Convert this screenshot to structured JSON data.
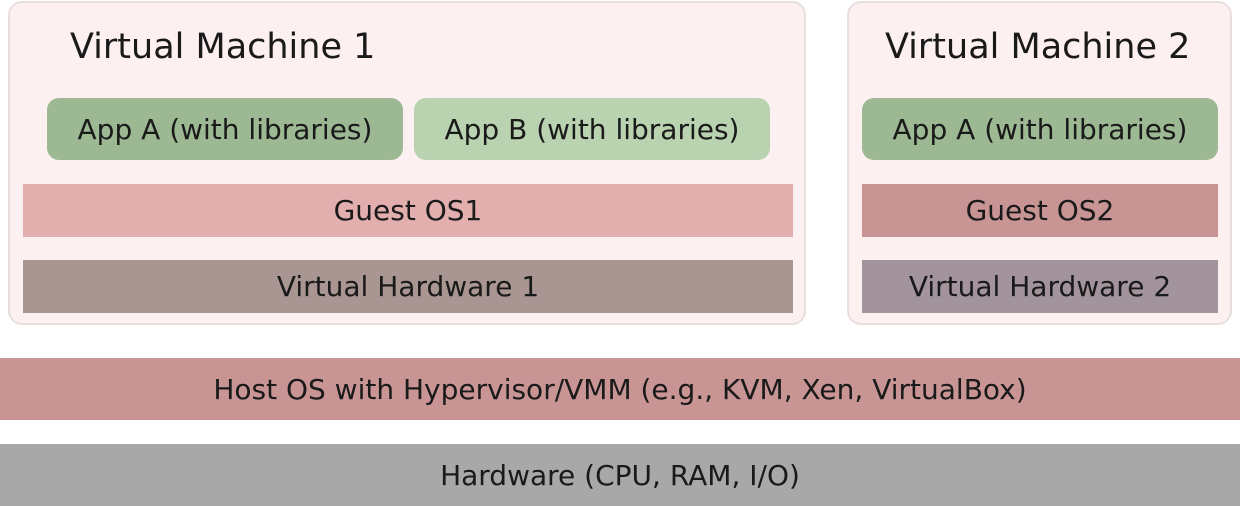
{
  "virtual_machines": [
    {
      "title": "Virtual Machine 1",
      "apps": [
        "App A (with libraries)",
        "App B (with libraries)"
      ],
      "guest_os": "Guest OS1",
      "virtual_hardware": "Virtual Hardware 1"
    },
    {
      "title": "Virtual Machine 2",
      "apps": [
        "App A (with libraries)"
      ],
      "guest_os": "Guest OS2",
      "virtual_hardware": "Virtual Hardware 2"
    }
  ],
  "host_os": "Host OS with Hypervisor/VMM (e.g., KVM, Xen, VirtualBox)",
  "hardware": "Hardware (CPU, RAM, I/O)",
  "colors": {
    "vm_background": "#fdf0f0",
    "app_dark": "#9db994",
    "app_light": "#b9d2af",
    "guest_os1": "#e3aeae",
    "guest_os2": "#c99494",
    "virtual_hardware_1": "#a99592",
    "virtual_hardware_2": "#a3939c",
    "host_os": "#c99494",
    "hardware": "#a8a8a8"
  }
}
